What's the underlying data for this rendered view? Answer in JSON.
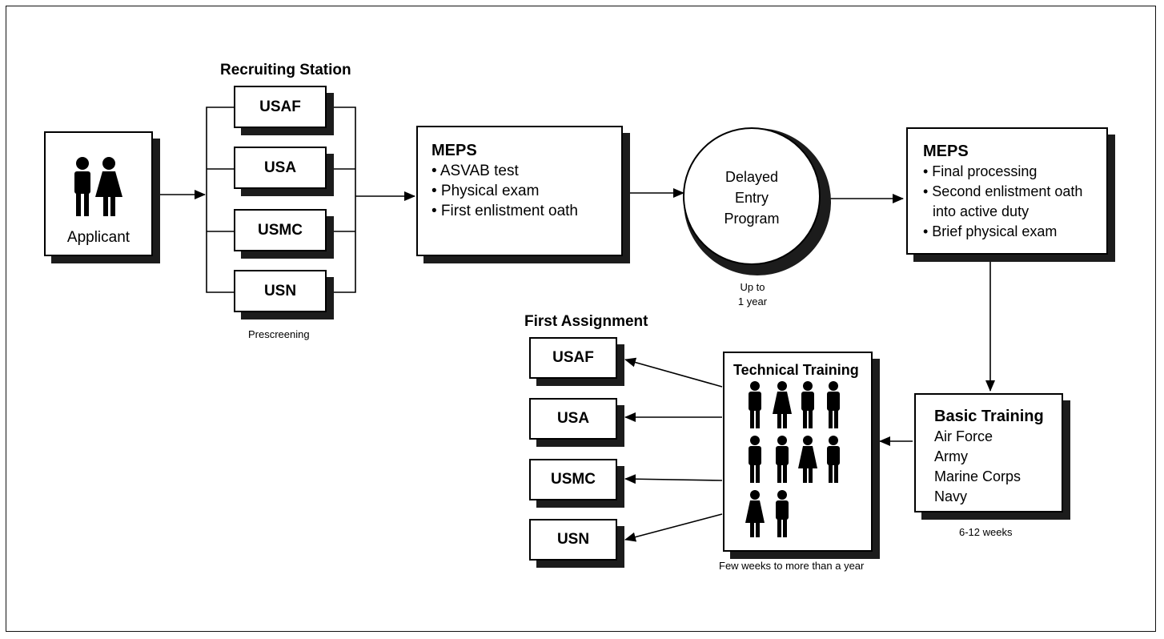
{
  "applicant": {
    "label": "Applicant"
  },
  "recruiting": {
    "title": "Recruiting Station",
    "services": [
      "USAF",
      "USA",
      "USMC",
      "USN"
    ],
    "caption": "Prescreening"
  },
  "meps1": {
    "title": "MEPS",
    "items": [
      "• ASVAB test",
      "• Physical exam",
      "• First enlistment oath"
    ]
  },
  "dep": {
    "lines": [
      "Delayed",
      "Entry",
      "Program"
    ],
    "caption": [
      "Up to",
      "1 year"
    ]
  },
  "meps2": {
    "title": "MEPS",
    "items": [
      "• Final processing",
      "• Second enlistment oath",
      "into active duty",
      "• Brief physical exam"
    ]
  },
  "basic": {
    "title": "Basic Training",
    "items": [
      "Air Force",
      "Army",
      "Marine Corps",
      "Navy"
    ],
    "caption": "6-12 weeks"
  },
  "technical": {
    "title": "Technical Training",
    "caption": "Few weeks to more than a year",
    "figures": [
      "male-icon",
      "female-icon",
      "male-icon",
      "male-icon",
      "male-icon",
      "male-icon",
      "female-icon",
      "male-icon",
      "female-icon",
      "male-icon"
    ]
  },
  "assignment": {
    "title": "First Assignment",
    "services": [
      "USAF",
      "USA",
      "USMC",
      "USN"
    ]
  }
}
